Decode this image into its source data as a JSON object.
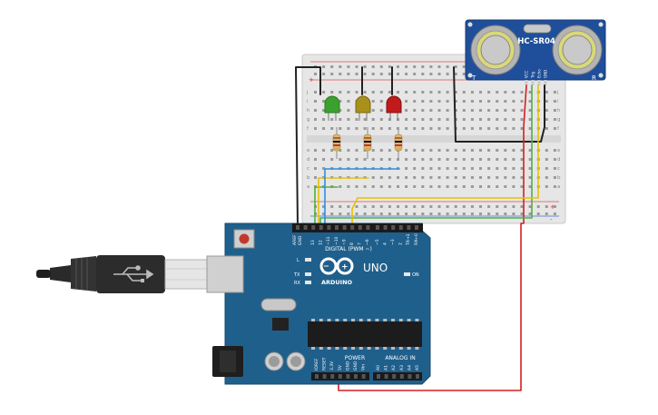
{
  "sensor": {
    "model": "HC-SR04",
    "left_mark": "T",
    "right_mark": "R",
    "pins": [
      "VCC",
      "Trig",
      "Echo",
      "GND"
    ]
  },
  "board": {
    "brand": "ARDUINO",
    "model": "UNO",
    "label_reset": "RESET",
    "label_aref": "AREF",
    "label_gnd": "GND",
    "digital_header": "DIGITAL (PWM ~)",
    "digital_pins": [
      "13",
      "12",
      "~11",
      "~10",
      "~9",
      "8",
      "7",
      "~6",
      "~5",
      "4",
      "~3",
      "2",
      "TX→1",
      "RX←0"
    ],
    "led_l": "L",
    "led_tx": "TX",
    "led_rx": "RX",
    "led_on": "ON",
    "power_header": "POWER",
    "power_pins": [
      "IOREF",
      "RESET",
      "3.3V",
      "5V",
      "GND",
      "GND",
      "Vin"
    ],
    "analog_header": "ANALOG IN",
    "analog_pins": [
      "A0",
      "A1",
      "A2",
      "A3",
      "A4",
      "A5"
    ]
  },
  "breadboard": {
    "rows_top": [
      "j",
      "i",
      "h",
      "g",
      "f"
    ],
    "rows_bottom": [
      "e",
      "d",
      "c",
      "b",
      "a"
    ],
    "plus": "+",
    "minus": "-"
  },
  "leds": [
    {
      "color": "green",
      "fill": "#3aa12e"
    },
    {
      "color": "yellow",
      "fill": "#a8901a"
    },
    {
      "color": "red",
      "fill": "#c21a1a"
    }
  ],
  "colors": {
    "board_blue": "#1f5f8c",
    "sensor_blue": "#1f4f9a",
    "wire_black": "#222222",
    "wire_red": "#d42020",
    "wire_green": "#52b040",
    "wire_yellow": "#e7c200",
    "wire_blue": "#2f8fe0"
  },
  "usb_icon": "usb-trident-icon"
}
